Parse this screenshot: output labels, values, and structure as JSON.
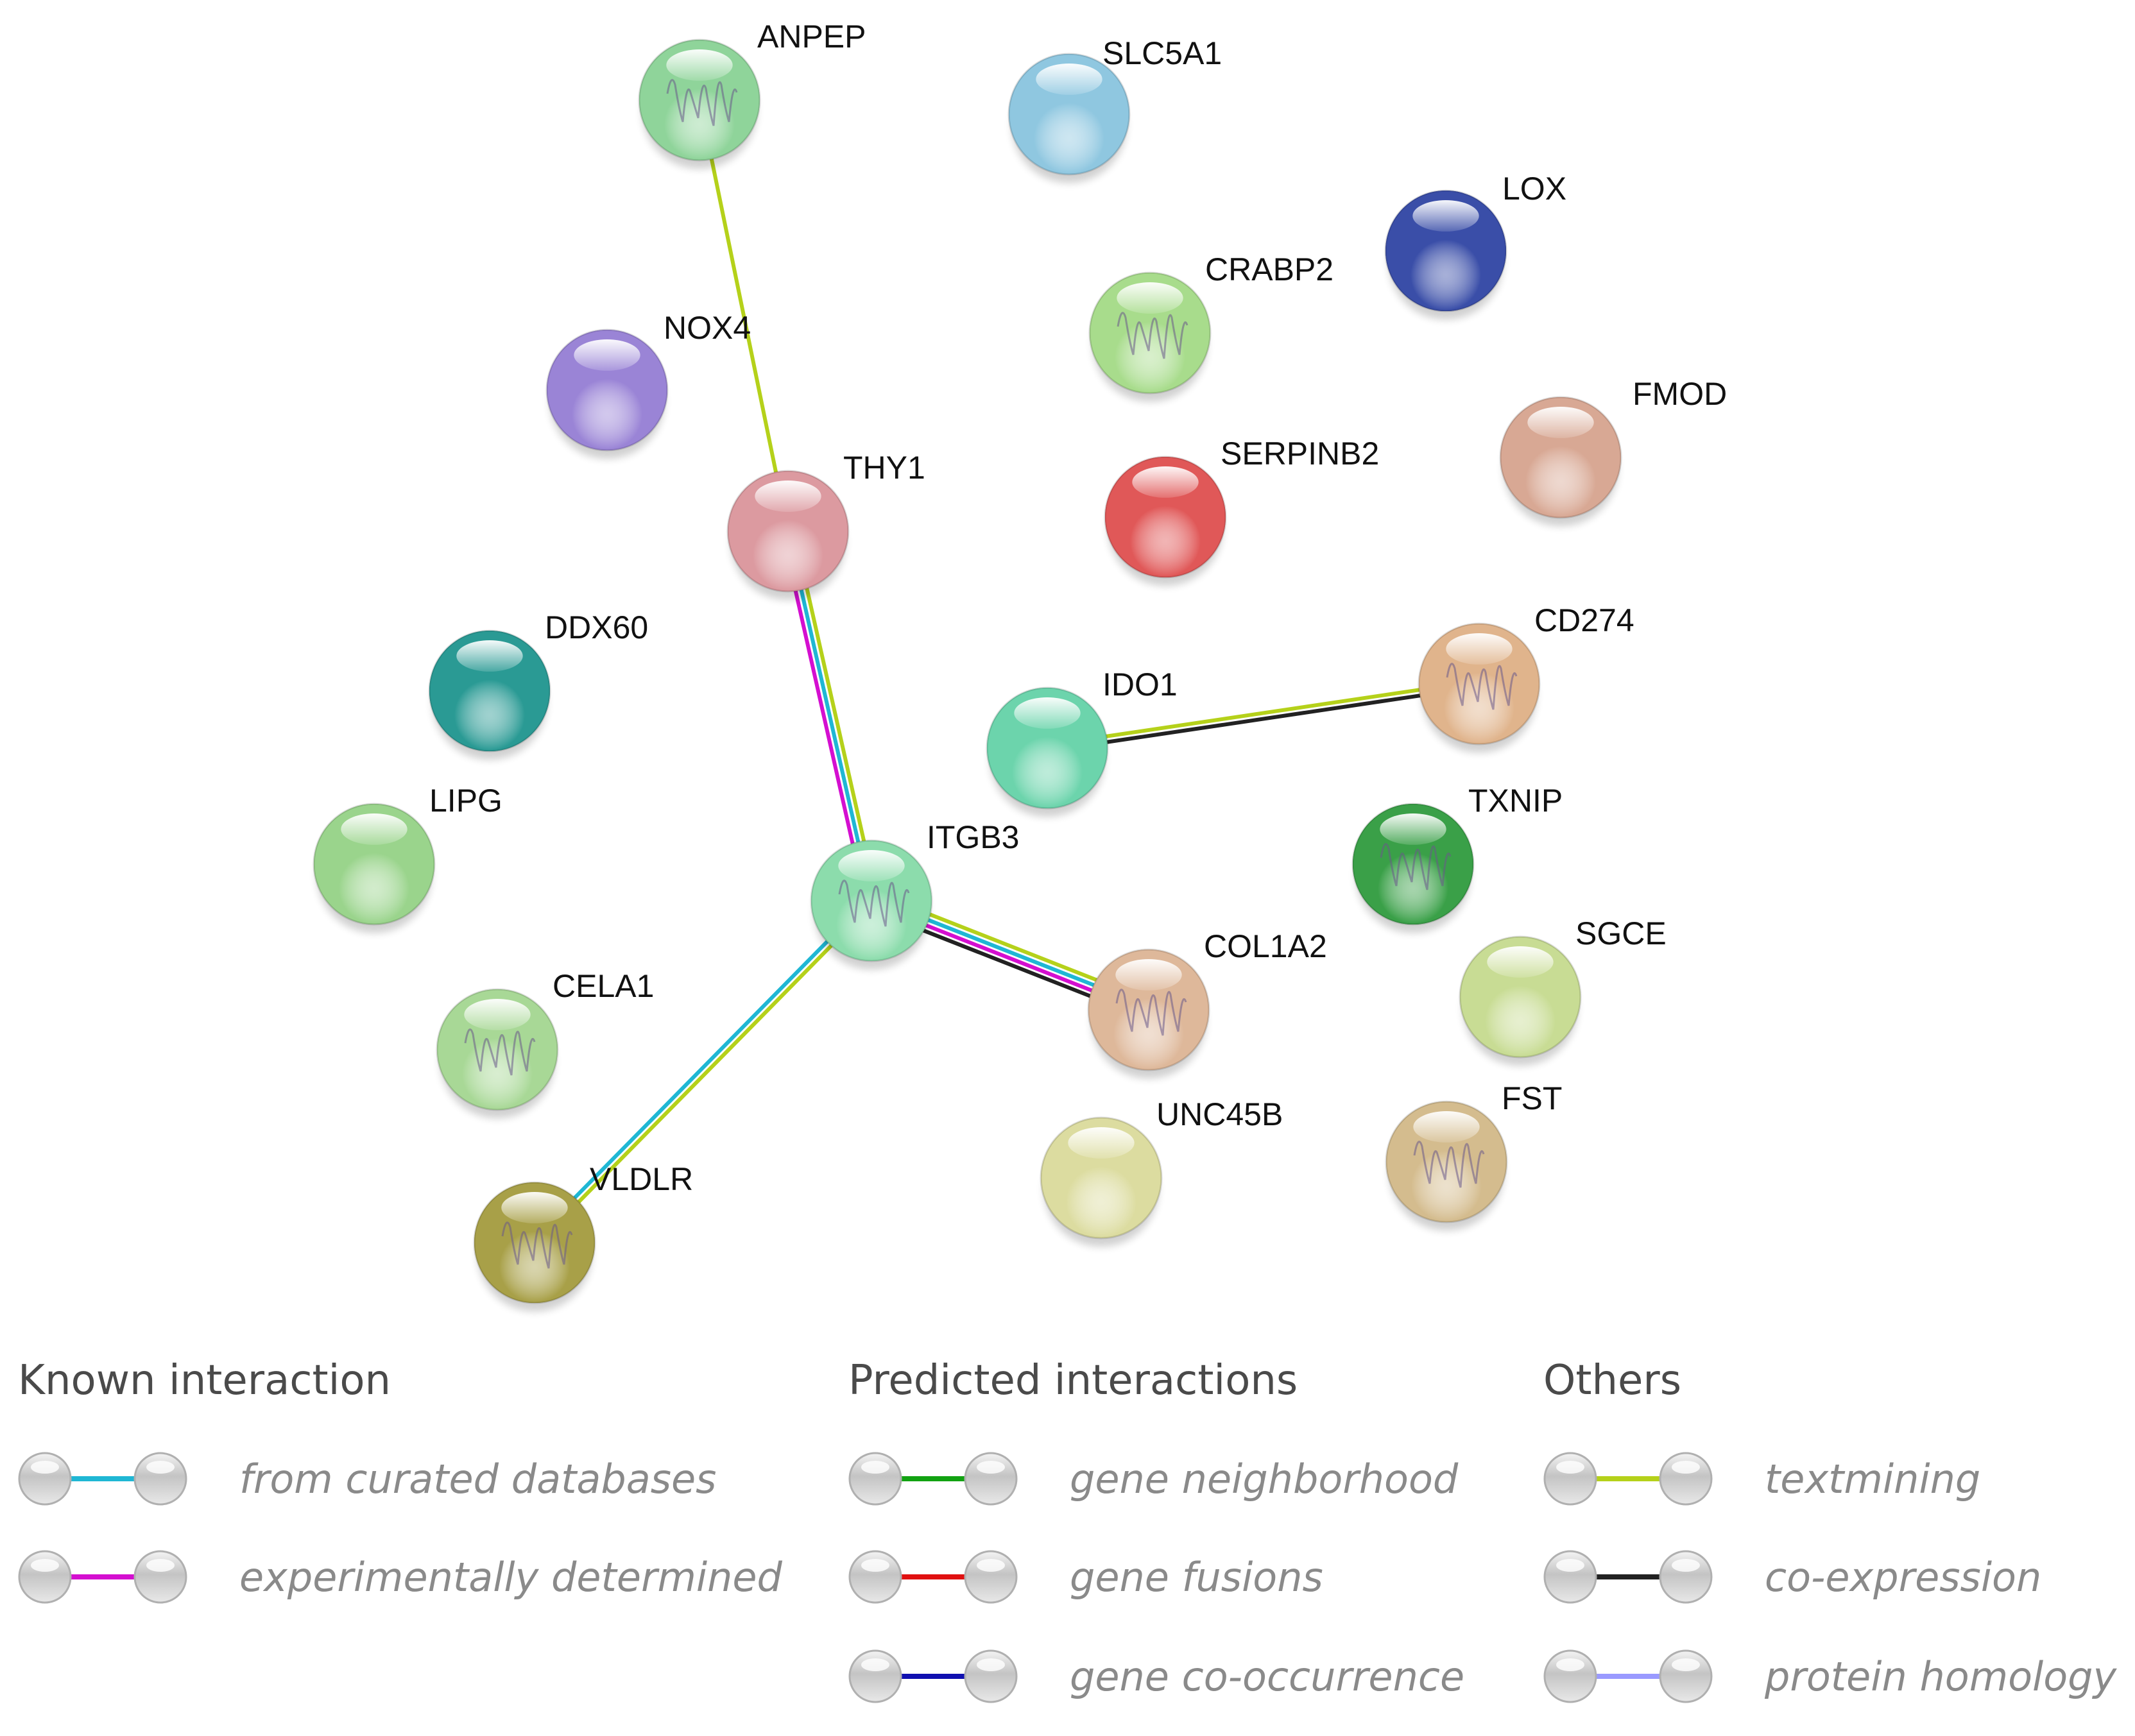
{
  "nodes": [
    {
      "id": "ANPEP",
      "label": "ANPEP",
      "color": "#8fd49a",
      "structure": true
    },
    {
      "id": "SLC5A1",
      "label": "SLC5A1",
      "color": "#8fc7e0",
      "structure": false
    },
    {
      "id": "LOX",
      "label": "LOX",
      "color": "#3a4ea8",
      "structure": false
    },
    {
      "id": "CRABP2",
      "label": "CRABP2",
      "color": "#a8dc8c",
      "structure": true
    },
    {
      "id": "NOX4",
      "label": "NOX4",
      "color": "#9a84d6",
      "structure": false
    },
    {
      "id": "FMOD",
      "label": "FMOD",
      "color": "#d8a894",
      "structure": false
    },
    {
      "id": "THY1",
      "label": "THY1",
      "color": "#dc9aa0",
      "structure": false
    },
    {
      "id": "SERPINB2",
      "label": "SERPINB2",
      "color": "#e05858",
      "structure": false
    },
    {
      "id": "DDX60",
      "label": "DDX60",
      "color": "#2a9a94",
      "structure": false
    },
    {
      "id": "CD274",
      "label": "CD274",
      "color": "#e0b48c",
      "structure": true
    },
    {
      "id": "IDO1",
      "label": "IDO1",
      "color": "#6cd4ac",
      "structure": false
    },
    {
      "id": "LIPG",
      "label": "LIPG",
      "color": "#9ad48c",
      "structure": false
    },
    {
      "id": "TXNIP",
      "label": "TXNIP",
      "color": "#3aa048",
      "structure": true
    },
    {
      "id": "ITGB3",
      "label": "ITGB3",
      "color": "#8cdcac",
      "structure": true
    },
    {
      "id": "SGCE",
      "label": "SGCE",
      "color": "#c8dc94",
      "structure": false
    },
    {
      "id": "COL1A2",
      "label": "COL1A2",
      "color": "#deb89a",
      "structure": true
    },
    {
      "id": "CELA1",
      "label": "CELA1",
      "color": "#a8d896",
      "structure": true
    },
    {
      "id": "FST",
      "label": "FST",
      "color": "#d4bc8e",
      "structure": true
    },
    {
      "id": "UNC45B",
      "label": "UNC45B",
      "color": "#dcdca0",
      "structure": false
    },
    {
      "id": "VLDLR",
      "label": "VLDLR",
      "color": "#a8a048",
      "structure": true
    }
  ],
  "edges": [
    {
      "source": "ANPEP",
      "target": "THY1",
      "evidence": [
        "textmining"
      ]
    },
    {
      "source": "THY1",
      "target": "ITGB3",
      "evidence": [
        "textmining",
        "curated",
        "experimental"
      ]
    },
    {
      "source": "ITGB3",
      "target": "COL1A2",
      "evidence": [
        "textmining",
        "curated",
        "experimental",
        "coexpression"
      ]
    },
    {
      "source": "ITGB3",
      "target": "VLDLR",
      "evidence": [
        "textmining",
        "curated"
      ]
    },
    {
      "source": "IDO1",
      "target": "CD274",
      "evidence": [
        "textmining",
        "coexpression"
      ]
    }
  ],
  "evidence_colors": {
    "curated": "#1fb7d4",
    "experimental": "#d40fd0",
    "neighborhood": "#12a212",
    "fusion": "#e01010",
    "cooccurrence": "#1010b0",
    "textmining": "#b5d11a",
    "coexpression": "#222222",
    "homology": "#9a9aff"
  },
  "legend": {
    "groups": [
      {
        "heading": "Known interaction",
        "items": [
          {
            "label": "from curated databases",
            "color": "#1fb7d4"
          },
          {
            "label": "experimentally determined",
            "color": "#d40fd0"
          }
        ]
      },
      {
        "heading": "Predicted interactions",
        "items": [
          {
            "label": "gene neighborhood",
            "color": "#12a212"
          },
          {
            "label": "gene fusions",
            "color": "#e01010"
          },
          {
            "label": "gene co-occurrence",
            "color": "#1010b0"
          }
        ]
      },
      {
        "heading": "Others",
        "items": [
          {
            "label": "textmining",
            "color": "#b5d11a"
          },
          {
            "label": "co-expression",
            "color": "#222222"
          },
          {
            "label": "protein homology",
            "color": "#9a9aff"
          }
        ]
      }
    ]
  }
}
